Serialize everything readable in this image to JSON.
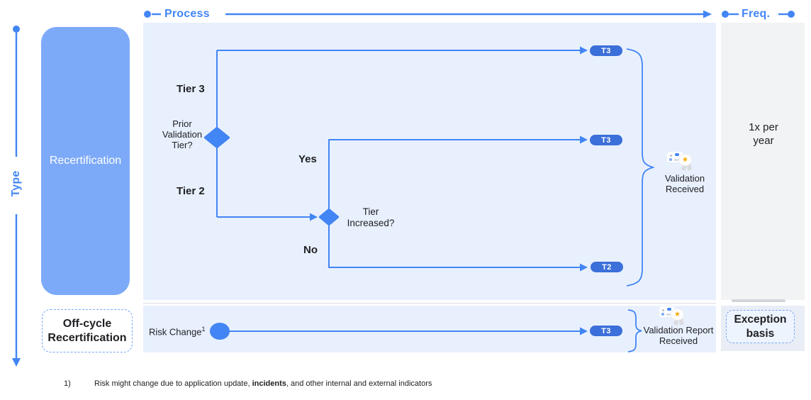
{
  "header": {
    "process": "Process",
    "freq": "Freq.",
    "type": "Type"
  },
  "lanes": {
    "recertification": "Recertification",
    "off_cycle": "Off-cycle Recertification"
  },
  "flow": {
    "tier3": "Tier 3",
    "tier2": "Tier 2",
    "decision1": "Prior Validation Tier?",
    "decision2": "Tier Increased?",
    "yes": "Yes",
    "no": "No",
    "risk_change": "Risk Change",
    "risk_change_sup": "1",
    "pills": {
      "top": "T3",
      "yes": "T3",
      "no": "T2",
      "off_cycle": "T3"
    },
    "validation_received": "Validation Received",
    "validation_report_received": "Validation Report Received"
  },
  "frequency": {
    "annual": "1x per year",
    "exception": "Exception basis"
  },
  "footnote": {
    "num": "1)",
    "prefix": "Risk might change due to application update, ",
    "bold": "incidents",
    "suffix": ", and other internal and external indicators"
  },
  "icons": {
    "award": "medal-with-star-icon",
    "star_glyph": "★"
  },
  "colors": {
    "accent": "#4285f4",
    "pill": "#3b6fd9",
    "panel_blue": "#e8f0fe",
    "panel_gray": "#f1f3f4",
    "recert_box": "#7daaf8"
  }
}
